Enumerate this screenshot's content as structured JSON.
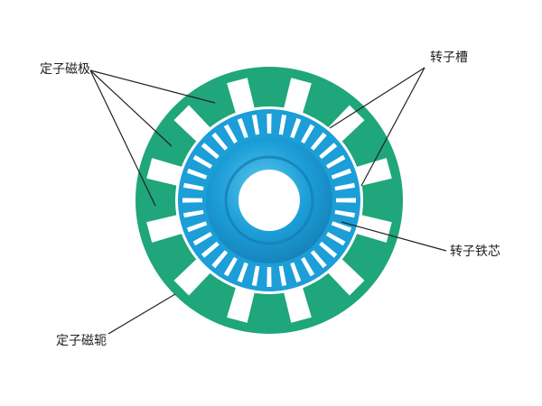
{
  "labels": {
    "stator_pole": "定子磁极",
    "rotor_slot": "转子槽",
    "rotor_core": "转子铁芯",
    "stator_yoke": "定子磁轭"
  },
  "colors": {
    "stator": "#1fa67a",
    "rotor": "#1c9ed8",
    "rotor_dark": "#157fb6",
    "rotor_highlight": "#5ec8ec",
    "leader": "#222222",
    "background": "#ffffff"
  },
  "diagram": {
    "stator_pole_count": 12,
    "rotor_slot_count": 36
  }
}
